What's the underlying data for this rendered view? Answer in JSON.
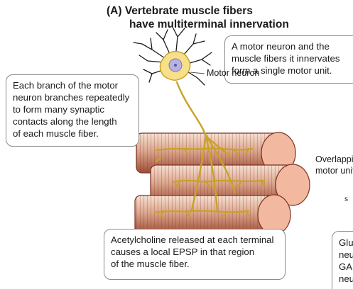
{
  "title": {
    "line1": "(A) Vertebrate muscle fibers",
    "line2": "have multiterminal innervation"
  },
  "callouts": {
    "motor_unit": [
      "A motor neuron and the",
      "muscle fibers it innervates",
      "form a single motor unit."
    ],
    "branch": [
      "Each branch of the motor",
      "neuron branches repeatedly",
      "to form many synaptic",
      "contacts along the length",
      "of each muscle fiber."
    ],
    "ach": [
      "Acetylcholine released at each terminal",
      "causes a local EPSP  in that region",
      "of the muscle fiber."
    ],
    "glu_partial": [
      "Glu",
      "neu",
      "GA",
      "neu"
    ]
  },
  "labels": {
    "motor_neuron": "Motor neuron",
    "overlap_partial": [
      "Overlappi",
      "motor unit"
    ],
    "edge_char": "s"
  },
  "colors": {
    "neuron_body": "#f7e08a",
    "neuron_outline": "#c9a227",
    "nucleus": "#b7b3de",
    "muscle_light": "#f6dccd",
    "muscle_mid": "#dca78f",
    "muscle_dark": "#a4533d",
    "muscle_end": "#f3b9a0"
  }
}
